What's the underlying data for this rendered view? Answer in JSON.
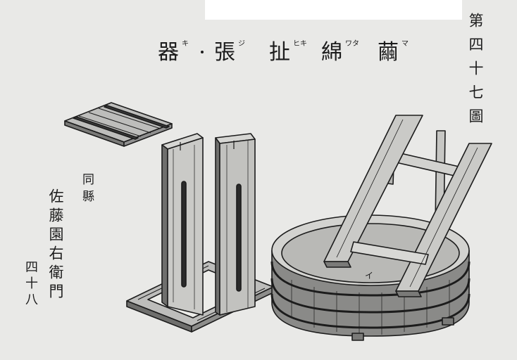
{
  "figure_number": "第四十七圖",
  "title": {
    "chars": [
      "繭",
      "綿",
      "扯",
      "張",
      "器"
    ],
    "furigana": [
      "マ",
      "ワタ",
      "ヒキ",
      "ジ",
      "キ"
    ]
  },
  "author": {
    "prefecture": "同縣",
    "name": "佐藤園右衛門"
  },
  "page_number": "四十八",
  "illustration": {
    "part_label": "イ"
  }
}
